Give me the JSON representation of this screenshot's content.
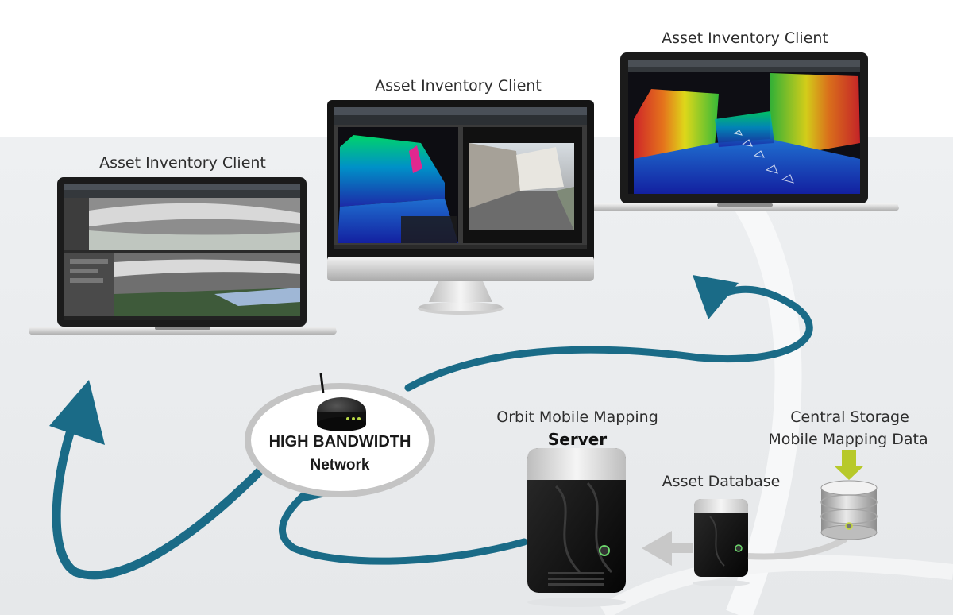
{
  "clients": {
    "left_laptop_label": "Asset Inventory Client",
    "center_monitor_label": "Asset Inventory Client",
    "right_laptop_label": "Asset Inventory Client"
  },
  "network": {
    "line1": "HIGH BANDWIDTH",
    "line2": "Network"
  },
  "server": {
    "line1": "Orbit Mobile Mapping",
    "line2": "Server"
  },
  "database": {
    "label": "Asset Database"
  },
  "storage": {
    "line1": "Central Storage",
    "line2": "Mobile Mapping Data"
  },
  "colors": {
    "arrow": "#1a6b87",
    "background_band": "#eceef0",
    "ellipse_border": "#c4c4c4",
    "storage_arrow": "#b7c92a"
  },
  "icons": [
    "router-icon",
    "server-icon",
    "database-icon",
    "storage-drum-icon"
  ]
}
